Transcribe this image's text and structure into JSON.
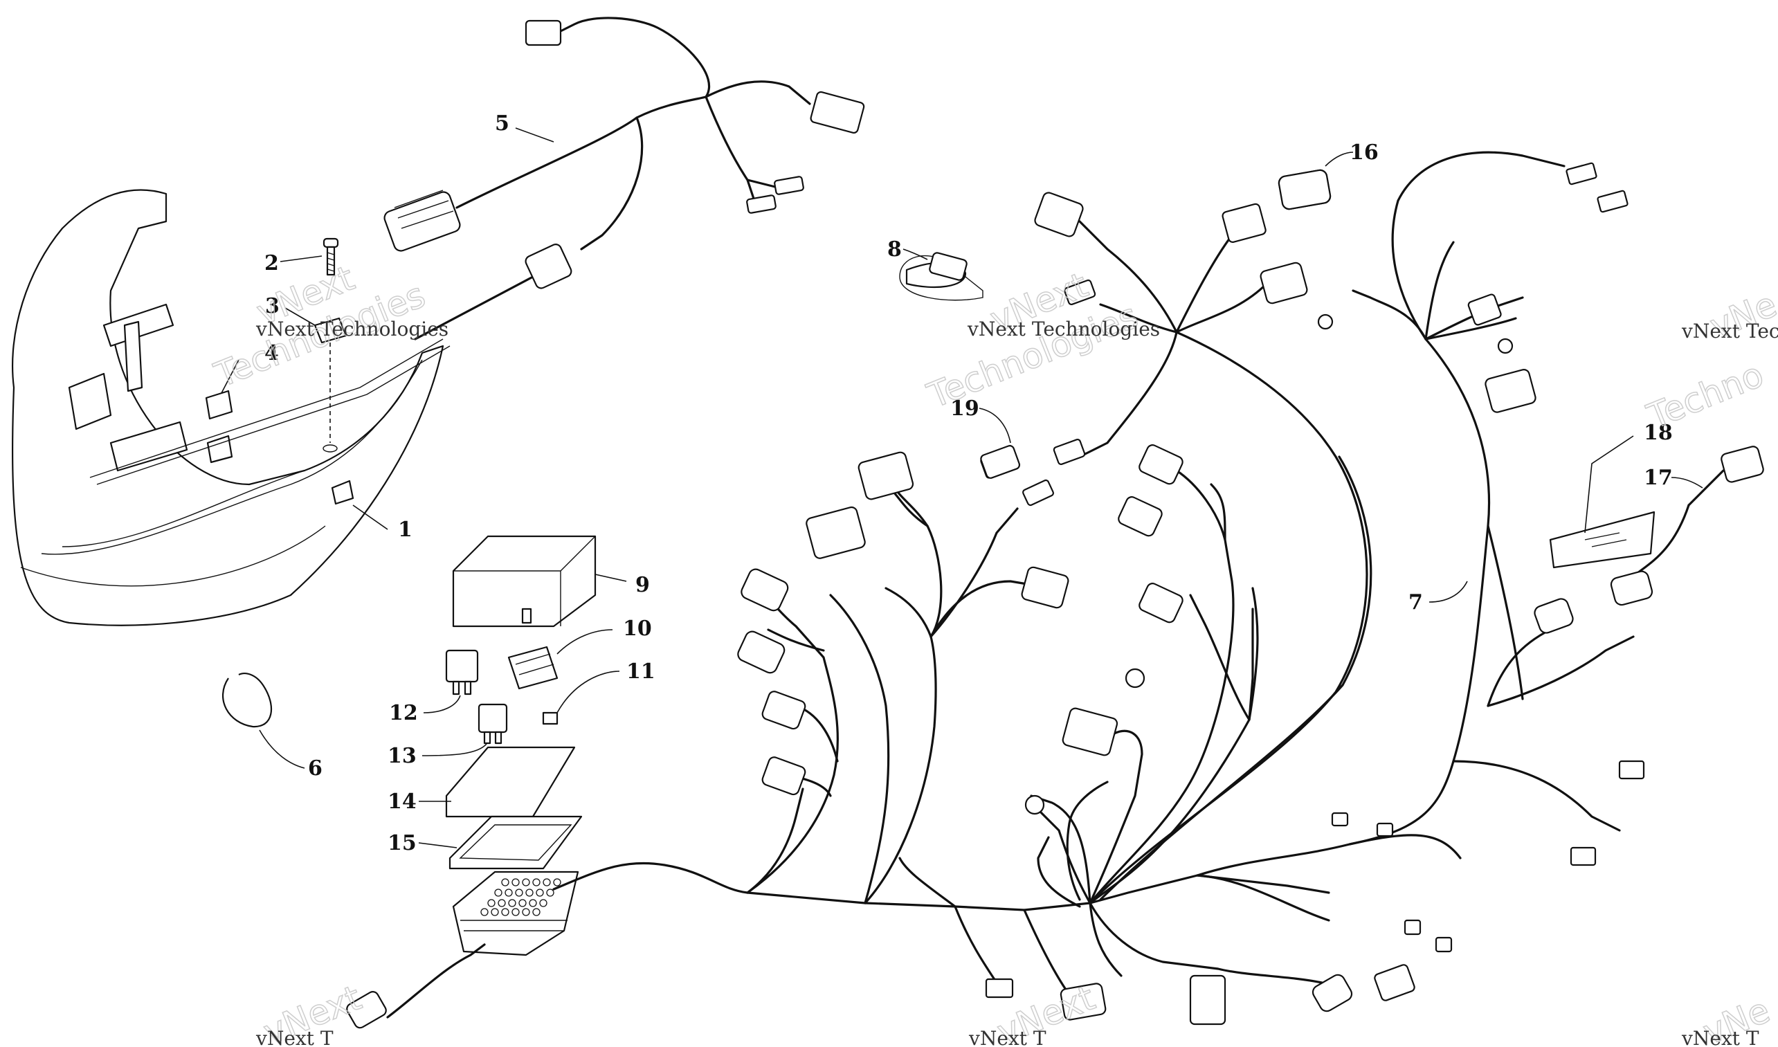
{
  "diagram": {
    "callouts": [
      "1",
      "2",
      "3",
      "4",
      "5",
      "6",
      "7",
      "8",
      "9",
      "10",
      "11",
      "12",
      "13",
      "14",
      "15",
      "16",
      "17",
      "18",
      "19"
    ],
    "watermark": {
      "line1": "vNext Technologies",
      "line2": "vNext",
      "line3": "Technologies",
      "right_line1": "vNext Tec",
      "right_line2": "vNe",
      "right_line3": "Techno",
      "bottom_left": "vNext T",
      "bottom_mid": "vNext T",
      "bottom_right": "vNext T"
    }
  }
}
